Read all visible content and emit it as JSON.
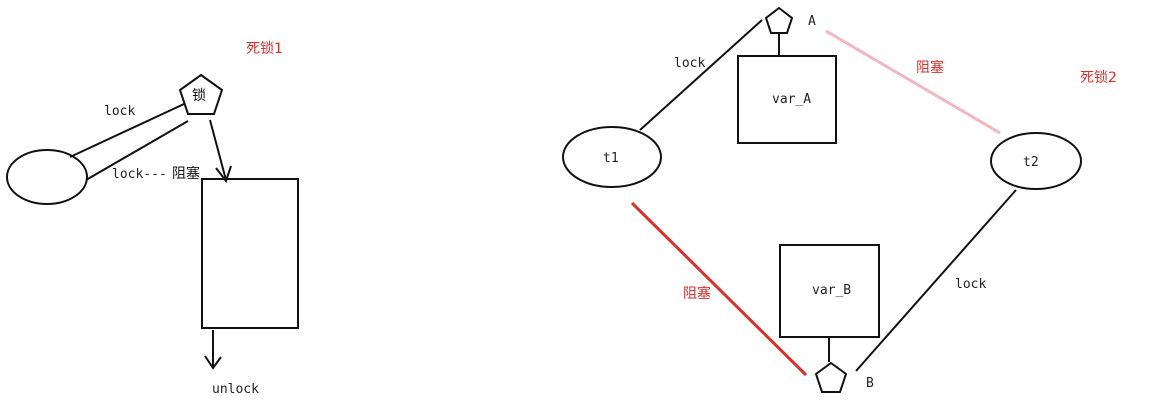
{
  "diagram1": {
    "title": "死锁1",
    "lock_symbol": "锁",
    "label_lock": "lock",
    "label_lock_blocked": "lock---",
    "label_blocked": "阻塞",
    "label_unlock": "unlock"
  },
  "diagram2": {
    "title": "死锁2",
    "lock_a": "A",
    "lock_b": "B",
    "thread_1": "t1",
    "thread_2": "t2",
    "var_a": "var_A",
    "var_b": "var_B",
    "label_lock_t1": "lock",
    "label_lock_t2": "lock",
    "label_blocked_top": "阻塞",
    "label_blocked_bottom": "阻塞"
  },
  "colors": {
    "title_red": "#d9302c",
    "blocked_top_line": "#f2b6c0",
    "blocked_bottom_line": "#d9302c",
    "stroke": "#111111"
  }
}
